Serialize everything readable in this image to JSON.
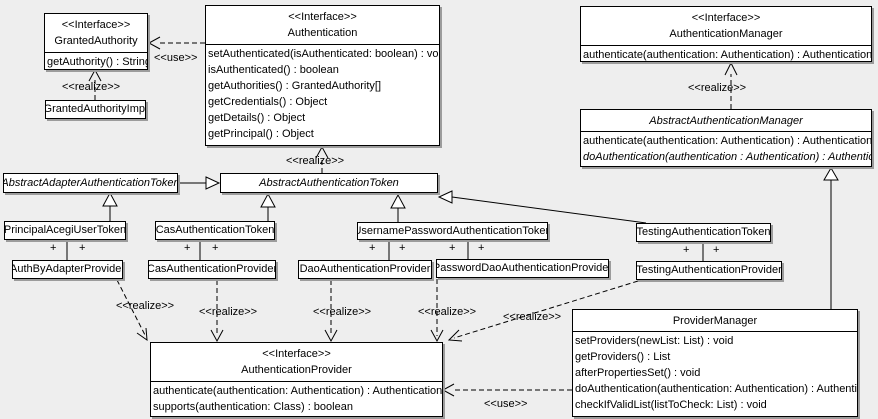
{
  "labels": {
    "realize": "<<realize>>",
    "use": "<<use>>",
    "plus": "+"
  },
  "colors": {
    "background": "#eeeeee",
    "box_fill": "#ffffff",
    "line": "#000000",
    "shadow": "#9c9c9c"
  },
  "classes": {
    "granted_authority": {
      "stereotype": "<<Interface>>",
      "name": "GrantedAuthority",
      "methods": [
        "getAuthority() : String"
      ]
    },
    "granted_authority_impl": {
      "name": "GrantedAuthorityImpl"
    },
    "authentication": {
      "stereotype": "<<Interface>>",
      "name": "Authentication",
      "methods": [
        "setAuthenticated(isAuthenticated: boolean) : void",
        "isAuthenticated() : boolean",
        "getAuthorities() : GrantedAuthority[]",
        "getCredentials() : Object",
        "getDetails() : Object",
        "getPrincipal() : Object"
      ]
    },
    "authentication_manager": {
      "stereotype": "<<Interface>>",
      "name": "AuthenticationManager",
      "methods": [
        "authenticate(authentication: Authentication) : Authentication"
      ]
    },
    "abstract_authentication_manager": {
      "name": "AbstractAuthenticationManager",
      "methods": [
        "authenticate(authentication: Authentication) : Authentication",
        "doAuthentication(authentication : Authentication) : Authentication"
      ]
    },
    "abstract_adapter_authentication_token": {
      "name": "AbstractAdapterAuthenticationToken"
    },
    "abstract_authentication_token": {
      "name": "AbstractAuthenticationToken"
    },
    "principal_acegi_user_token": {
      "name": "PrincipalAcegiUserToken"
    },
    "cas_authentication_token": {
      "name": "CasAuthenticationToken"
    },
    "username_password_authentication_token": {
      "name": "UsernamePasswordAuthenticationToken"
    },
    "testing_authentication_token": {
      "name": "TestingAuthenticationToken"
    },
    "auth_by_adapter_provider": {
      "name": "AuthByAdapterProvider"
    },
    "cas_authentication_provider": {
      "name": "CasAuthenticationProvider"
    },
    "dao_authentication_provider": {
      "name": "DaoAuthenticationProvider"
    },
    "password_dao_authentication_provider": {
      "name": "PasswordDaoAuthenticationProvider"
    },
    "testing_authentication_provider": {
      "name": "TestingAuthenticationProvider"
    },
    "authentication_provider": {
      "stereotype": "<<Interface>>",
      "name": "AuthenticationProvider",
      "methods": [
        "authenticate(authentication: Authentication) : Authentication",
        "supports(authentication: Class) : boolean"
      ]
    },
    "provider_manager": {
      "name": "ProviderManager",
      "methods": [
        "setProviders(newList: List) : void",
        "getProviders() : List",
        "afterPropertiesSet() : void",
        "doAuthentication(authentication: Authentication) : Authentication",
        "checkIfValidList(listToCheck: List) : void"
      ]
    }
  }
}
